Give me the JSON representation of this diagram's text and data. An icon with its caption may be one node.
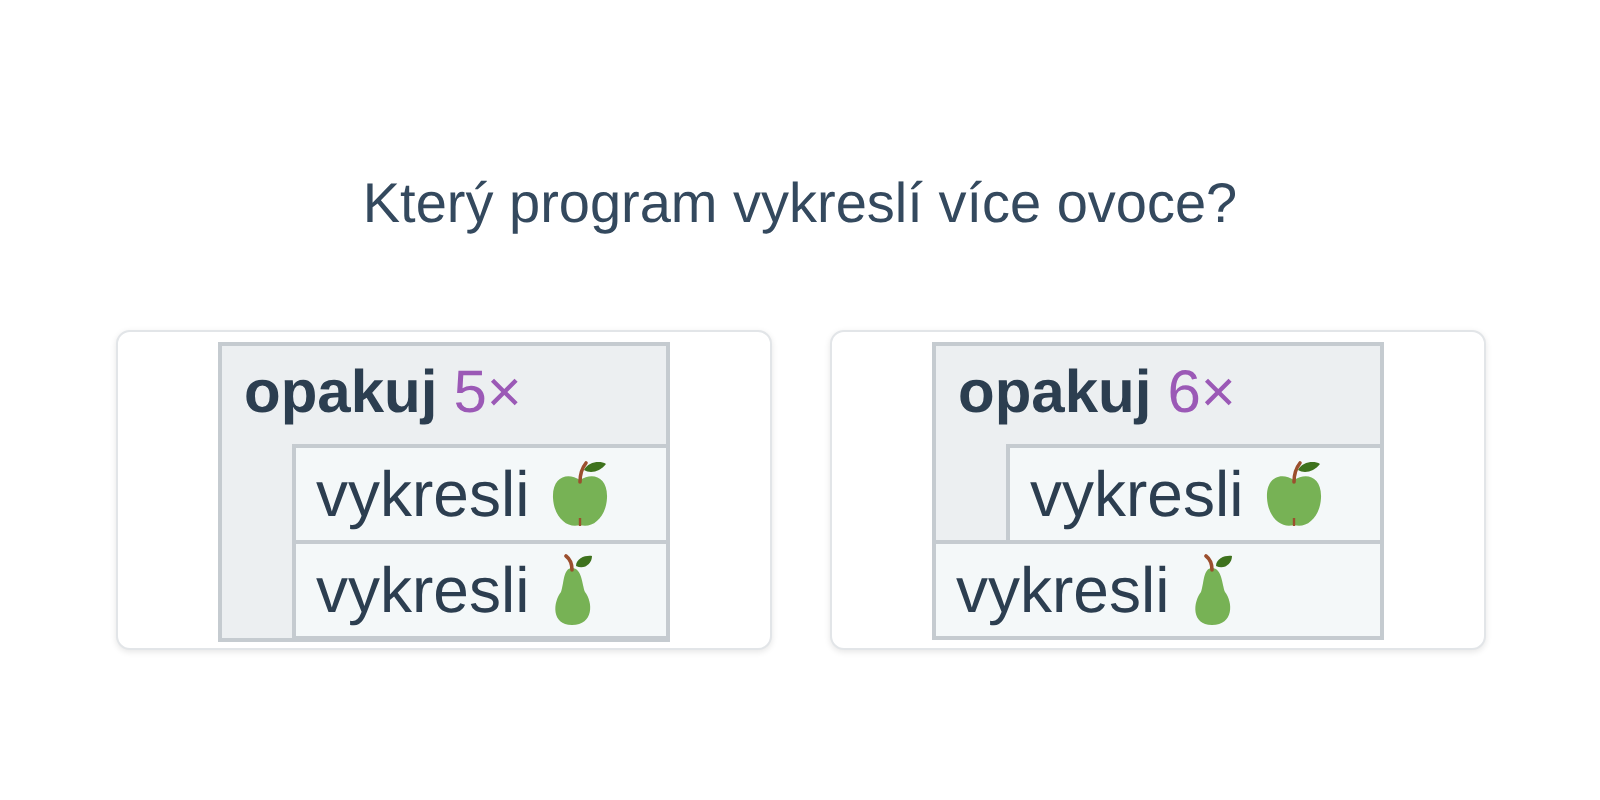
{
  "diagram": {
    "title": "Který program vykreslí více ovoce?",
    "nodes": [
      {
        "text": [],
        "shape": "box"
      },
      {
        "text": [
          "opakuj",
          "5×"
        ],
        "in": 0
      },
      {
        "text": [
          "vykresli"
        ],
        "in": 1
      },
      {
        "text": [
          "vykresli"
        ],
        "in": 1
      },
      {
        "text": [],
        "shape": "box"
      },
      {
        "text": [
          "opakuj",
          "6×"
        ],
        "in": 4
      },
      {
        "text": [
          "vykresli"
        ],
        "in": 5
      },
      {
        "text": [
          "vykresli"
        ],
        "in": 4
      }
    ]
  }
}
